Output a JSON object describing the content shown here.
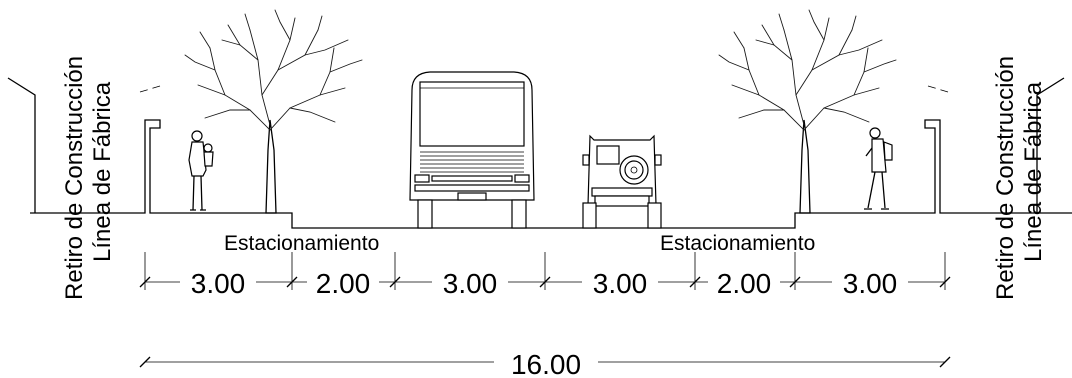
{
  "labels": {
    "left_line1": "Retiro de Construcción",
    "left_line2": "Línea de Fábrica",
    "right_line1": "Retiro de Construcción",
    "right_line2": "Línea de Fábrica",
    "parking_left": "Estacionamiento",
    "parking_right": "Estacionamiento"
  },
  "dimensions": {
    "segments": [
      "3.00",
      "2.00",
      "3.00",
      "3.00",
      "2.00",
      "3.00"
    ],
    "total": "16.00"
  }
}
